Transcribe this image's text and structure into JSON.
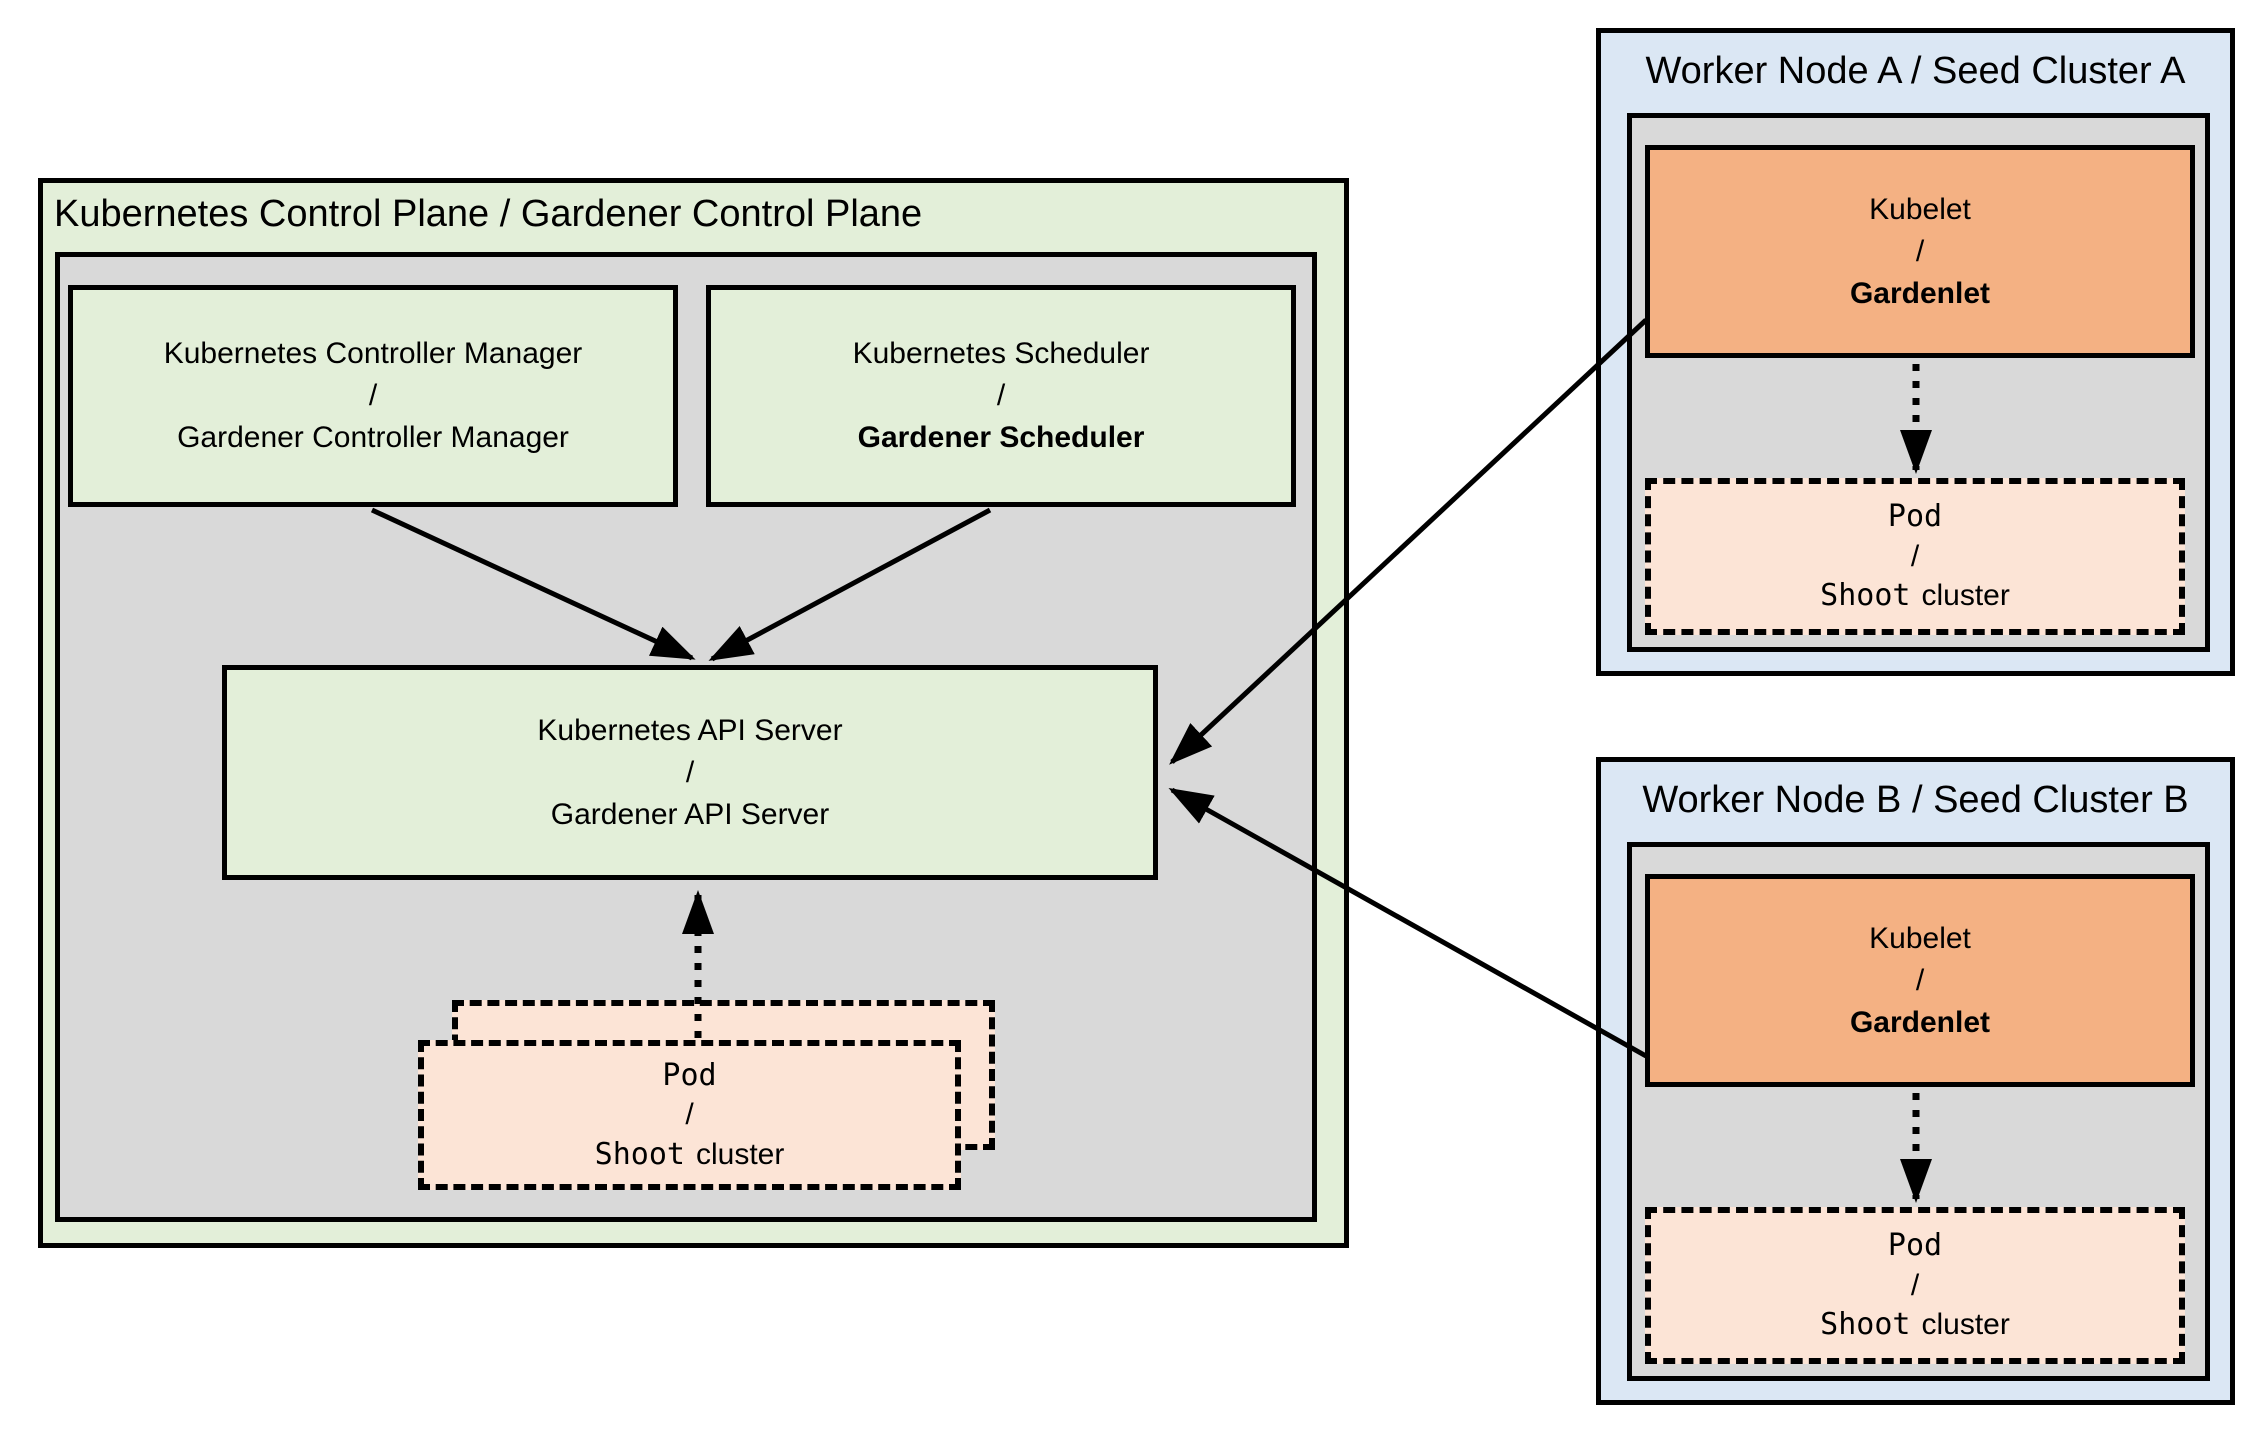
{
  "colors": {
    "box_green": "#e3efd9",
    "box_gray": "#d9d9d9",
    "box_blue": "#dbe7f4",
    "box_orange": "#f4b183",
    "box_peach": "#fce4d6",
    "line_black": "#000000"
  },
  "control_plane": {
    "title": "Kubernetes Control Plane / Gardener Control Plane",
    "controller_manager": {
      "line1": "Kubernetes Controller Manager",
      "separator": "/",
      "line2": "Gardener Controller Manager"
    },
    "scheduler": {
      "line1": "Kubernetes Scheduler",
      "separator": "/",
      "line2": "Gardener Scheduler"
    },
    "api_server": {
      "line1": "Kubernetes API Server",
      "separator": "/",
      "line2": "Gardener API Server"
    },
    "pod_stack": {
      "line1": "Pod",
      "separator": "/",
      "line3_code": "Shoot",
      "line3_text": "cluster"
    }
  },
  "worker_node_a": {
    "title": "Worker Node A / Seed Cluster A",
    "kubelet": {
      "line1": "Kubelet",
      "separator": "/",
      "line2": "Gardenlet"
    },
    "pod": {
      "line1": "Pod",
      "separator": "/",
      "line3_code": "Shoot",
      "line3_text": "cluster"
    }
  },
  "worker_node_b": {
    "title": "Worker Node B / Seed Cluster B",
    "kubelet": {
      "line1": "Kubelet",
      "separator": "/",
      "line2": "Gardenlet"
    },
    "pod": {
      "line1": "Pod",
      "separator": "/",
      "line3_code": "Shoot",
      "line3_text": "cluster"
    }
  },
  "arrows": [
    {
      "from": "kubernetes-controller-manager",
      "to": "kubernetes-api-server",
      "style": "solid"
    },
    {
      "from": "kubernetes-scheduler",
      "to": "kubernetes-api-server",
      "style": "solid"
    },
    {
      "from": "pod-shoot-cluster-stack",
      "to": "kubernetes-api-server",
      "style": "dotted"
    },
    {
      "from": "kubelet-gardenlet-a",
      "to": "kubernetes-api-server",
      "style": "solid"
    },
    {
      "from": "kubelet-gardenlet-b",
      "to": "kubernetes-api-server",
      "style": "solid"
    },
    {
      "from": "kubelet-gardenlet-a",
      "to": "pod-shoot-cluster-a",
      "style": "dotted"
    },
    {
      "from": "kubelet-gardenlet-b",
      "to": "pod-shoot-cluster-b",
      "style": "dotted"
    }
  ]
}
